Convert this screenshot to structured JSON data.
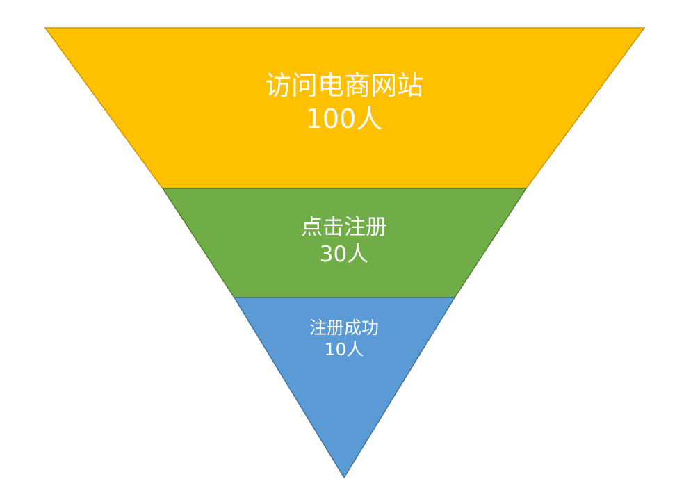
{
  "funnel": {
    "stages": [
      {
        "name": "访问电商网站",
        "count": "100人",
        "color": "#FFC000",
        "stroke": "#C99700"
      },
      {
        "name": "点击注册",
        "count": "30人",
        "color": "#70AD47",
        "stroke": "#507E32"
      },
      {
        "name": "注册成功",
        "count": "10人",
        "color": "#5B9BD5",
        "stroke": "#41719C"
      }
    ]
  }
}
